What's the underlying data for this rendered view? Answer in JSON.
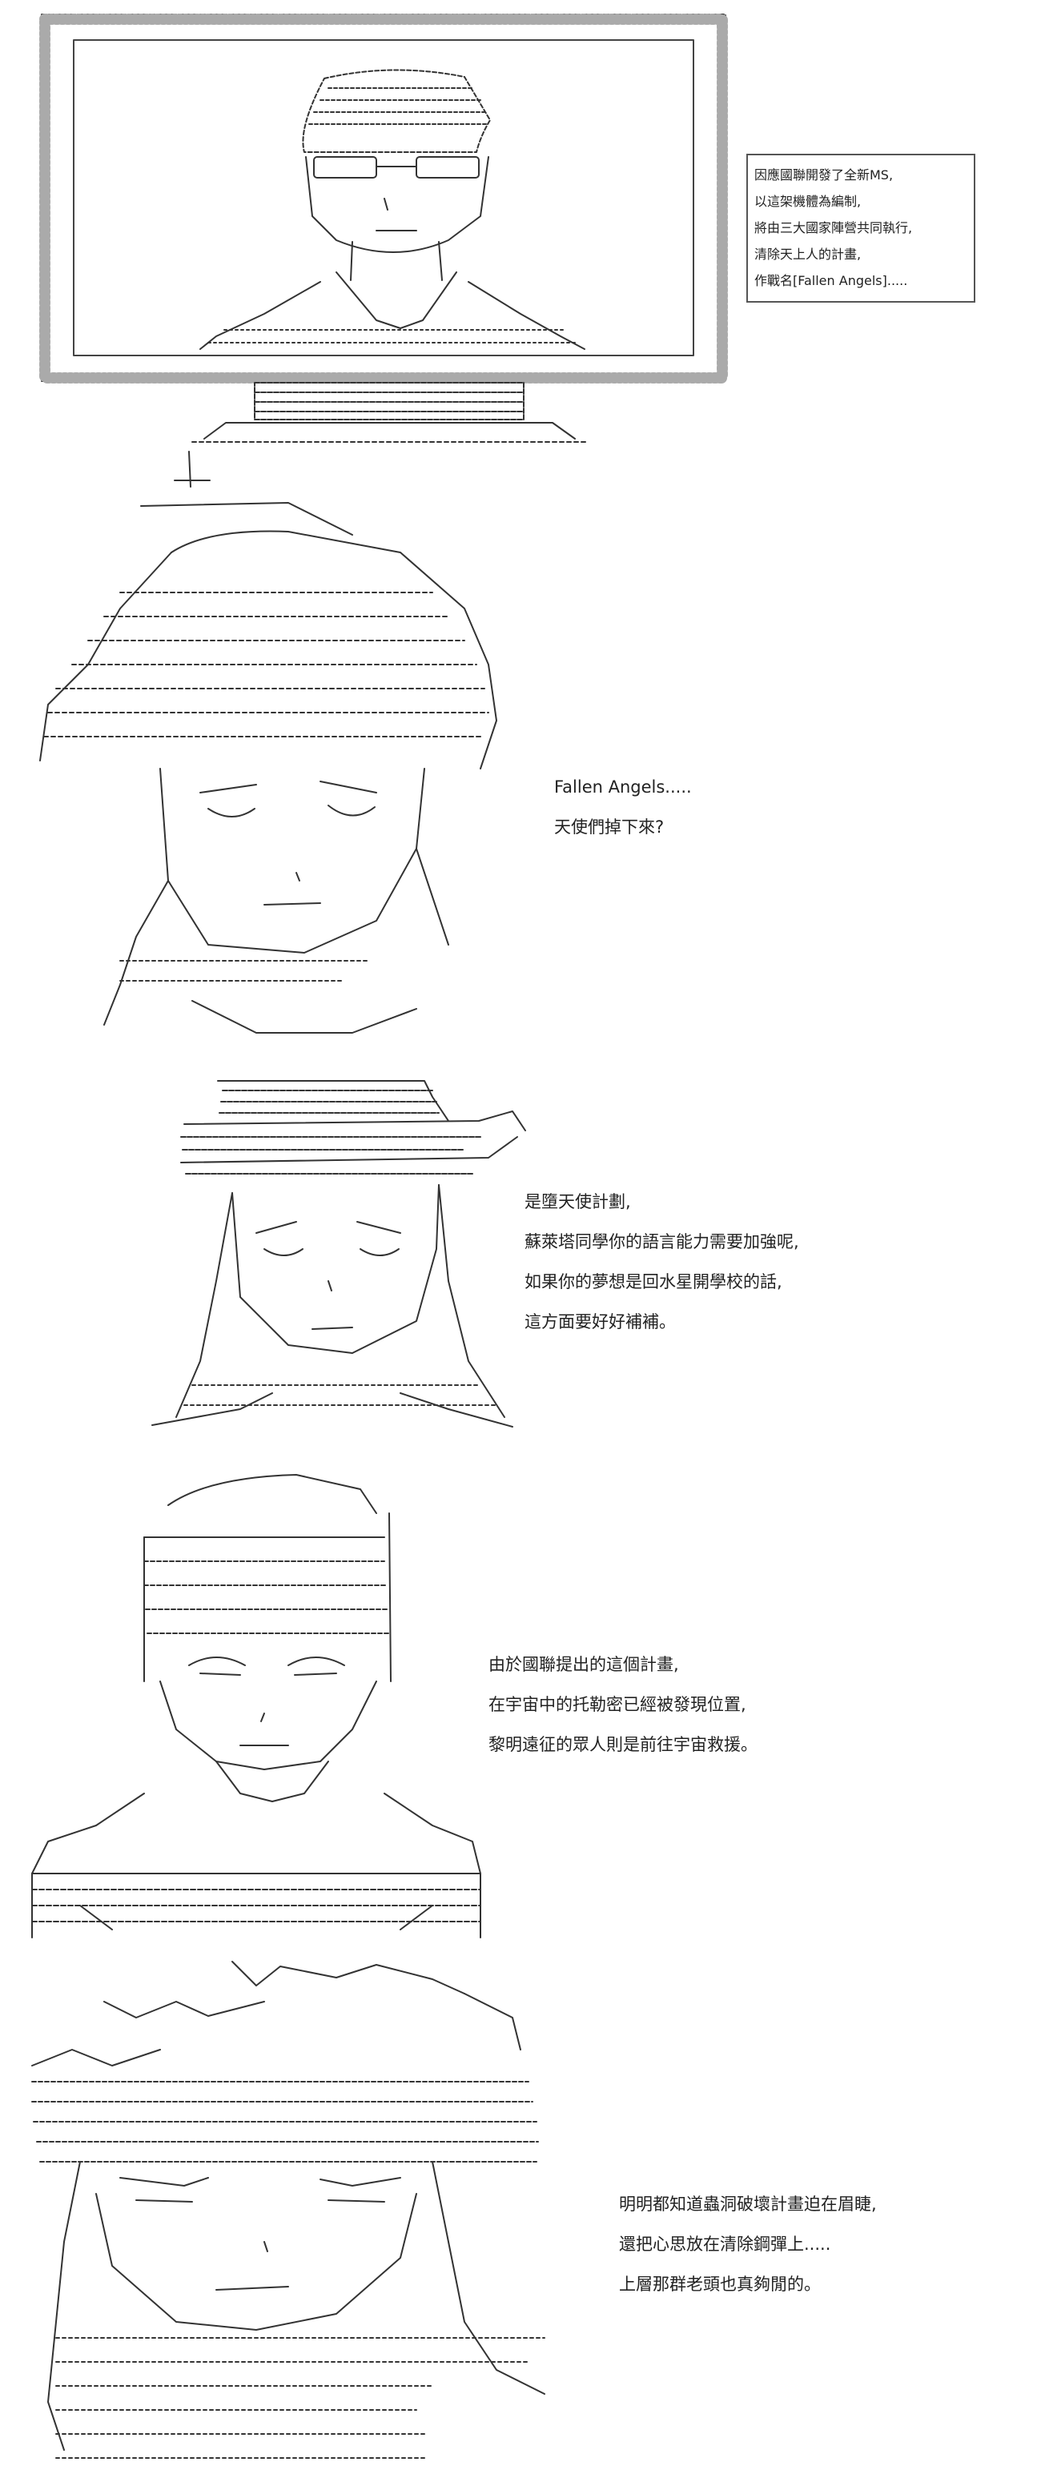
{
  "colors": {
    "ink": "#333333",
    "background": "#ffffff"
  },
  "panel_tv": {
    "box_lines": [
      "因應國聯開發了全新MS,",
      "以這架機體為編制,",
      "將由三大國家陣營共同執行,",
      "清除天上人的計畫,",
      "作戰名[Fallen Angels]....."
    ]
  },
  "panel_girl": {
    "lines": [
      "Fallen Angels.....",
      "天使們掉下來?"
    ]
  },
  "panel_lady": {
    "lines": [
      "是墮天使計劃,",
      "蘇萊塔同學你的語言能力需要加強呢,",
      "如果你的夢想是回水星開學校的話,",
      "這方面要好好補補。"
    ]
  },
  "panel_boy": {
    "lines": [
      "由於國聯提出的這個計畫,",
      "在宇宙中的托勒密已經被發現位置,",
      "黎明遠征的眾人則是前往宇宙救援。"
    ]
  },
  "panel_spiky": {
    "lines": [
      "明明都知道蟲洞破壞計畫迫在眉睫,",
      "還把心思放在清除鋼彈上.....",
      "上層那群老頭也真夠閒的。"
    ]
  }
}
